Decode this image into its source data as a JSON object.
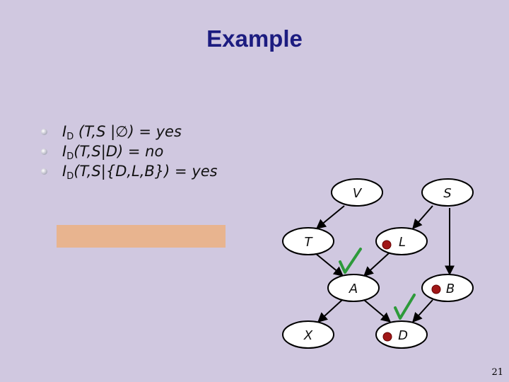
{
  "title": "Example",
  "bullets": [
    {
      "prefix": "I",
      "sub": "D",
      "text": " (T,S |∅) = yes"
    },
    {
      "prefix": "I",
      "sub": "D",
      "text": "(T,S|D) = no"
    },
    {
      "prefix": "I",
      "sub": "D",
      "text": "(T,S|{D,L,B}) = yes"
    }
  ],
  "graph": {
    "nodes": {
      "V": "V",
      "S": "S",
      "T": "T",
      "L": "L",
      "A": "A",
      "B": "B",
      "X": "X",
      "D": "D"
    },
    "observed": [
      "L",
      "B",
      "D"
    ],
    "checked_nodes": [
      "A",
      "D"
    ],
    "colors": {
      "check": "#2d9a3a",
      "observed_marker": "#a01818",
      "highlight_box": "#e8b48f",
      "title": "#1c1c80",
      "background": "#d0c8e0"
    }
  },
  "page_number": "21"
}
